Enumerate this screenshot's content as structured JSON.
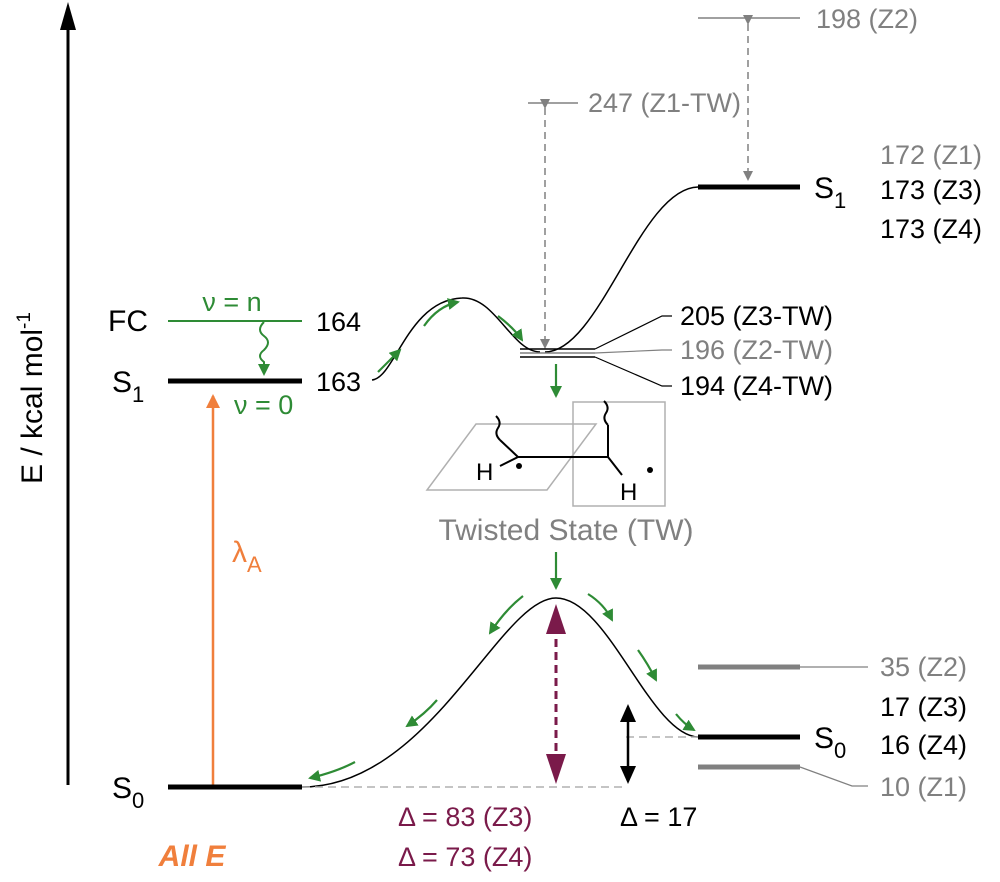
{
  "axis": {
    "title": "E / kcal mol",
    "title_sup": "-1"
  },
  "colors": {
    "black": "#000000",
    "gray": "#808080",
    "green": "#2e8b35",
    "maroon": "#7a1a4a",
    "orange": "#f07f3c"
  },
  "left": {
    "fc": {
      "label": "FC",
      "value": "164",
      "nu": "ν = n"
    },
    "s1": {
      "label_main": "S",
      "label_sub": "1",
      "value": "163",
      "nu": "ν = 0"
    },
    "s0": {
      "label_main": "S",
      "label_sub": "0"
    },
    "excitation": {
      "symbol": "λ",
      "sub": "A"
    },
    "isomer": "All E"
  },
  "top": {
    "z2": "198 (Z2)",
    "z1tw": "247 (Z1-TW)"
  },
  "right_s1": {
    "label_main": "S",
    "label_sub": "1",
    "values": [
      {
        "text": "172 (Z1)",
        "color": "gray"
      },
      {
        "text": "173 (Z3)",
        "color": "black"
      },
      {
        "text": "173 (Z4)",
        "color": "black"
      }
    ]
  },
  "tw_levels": [
    {
      "text": "205 (Z3-TW)",
      "color": "black"
    },
    {
      "text": "196 (Z2-TW)",
      "color": "gray"
    },
    {
      "text": "194 (Z4-TW)",
      "color": "black"
    }
  ],
  "twisted": {
    "label": "Twisted State (TW)",
    "h_left": "H",
    "h_right": "H"
  },
  "right_s0": {
    "label_main": "S",
    "label_sub": "0",
    "values": [
      {
        "text": "35 (Z2)",
        "color": "gray"
      },
      {
        "text": "17 (Z3)",
        "color": "black"
      },
      {
        "text": "16 (Z4)",
        "color": "black"
      },
      {
        "text": "10 (Z1)",
        "color": "gray"
      }
    ]
  },
  "deltas": {
    "barrier": [
      "Δ = 83 (Z3)",
      "Δ = 73 (Z4)"
    ],
    "small": "Δ = 17"
  }
}
